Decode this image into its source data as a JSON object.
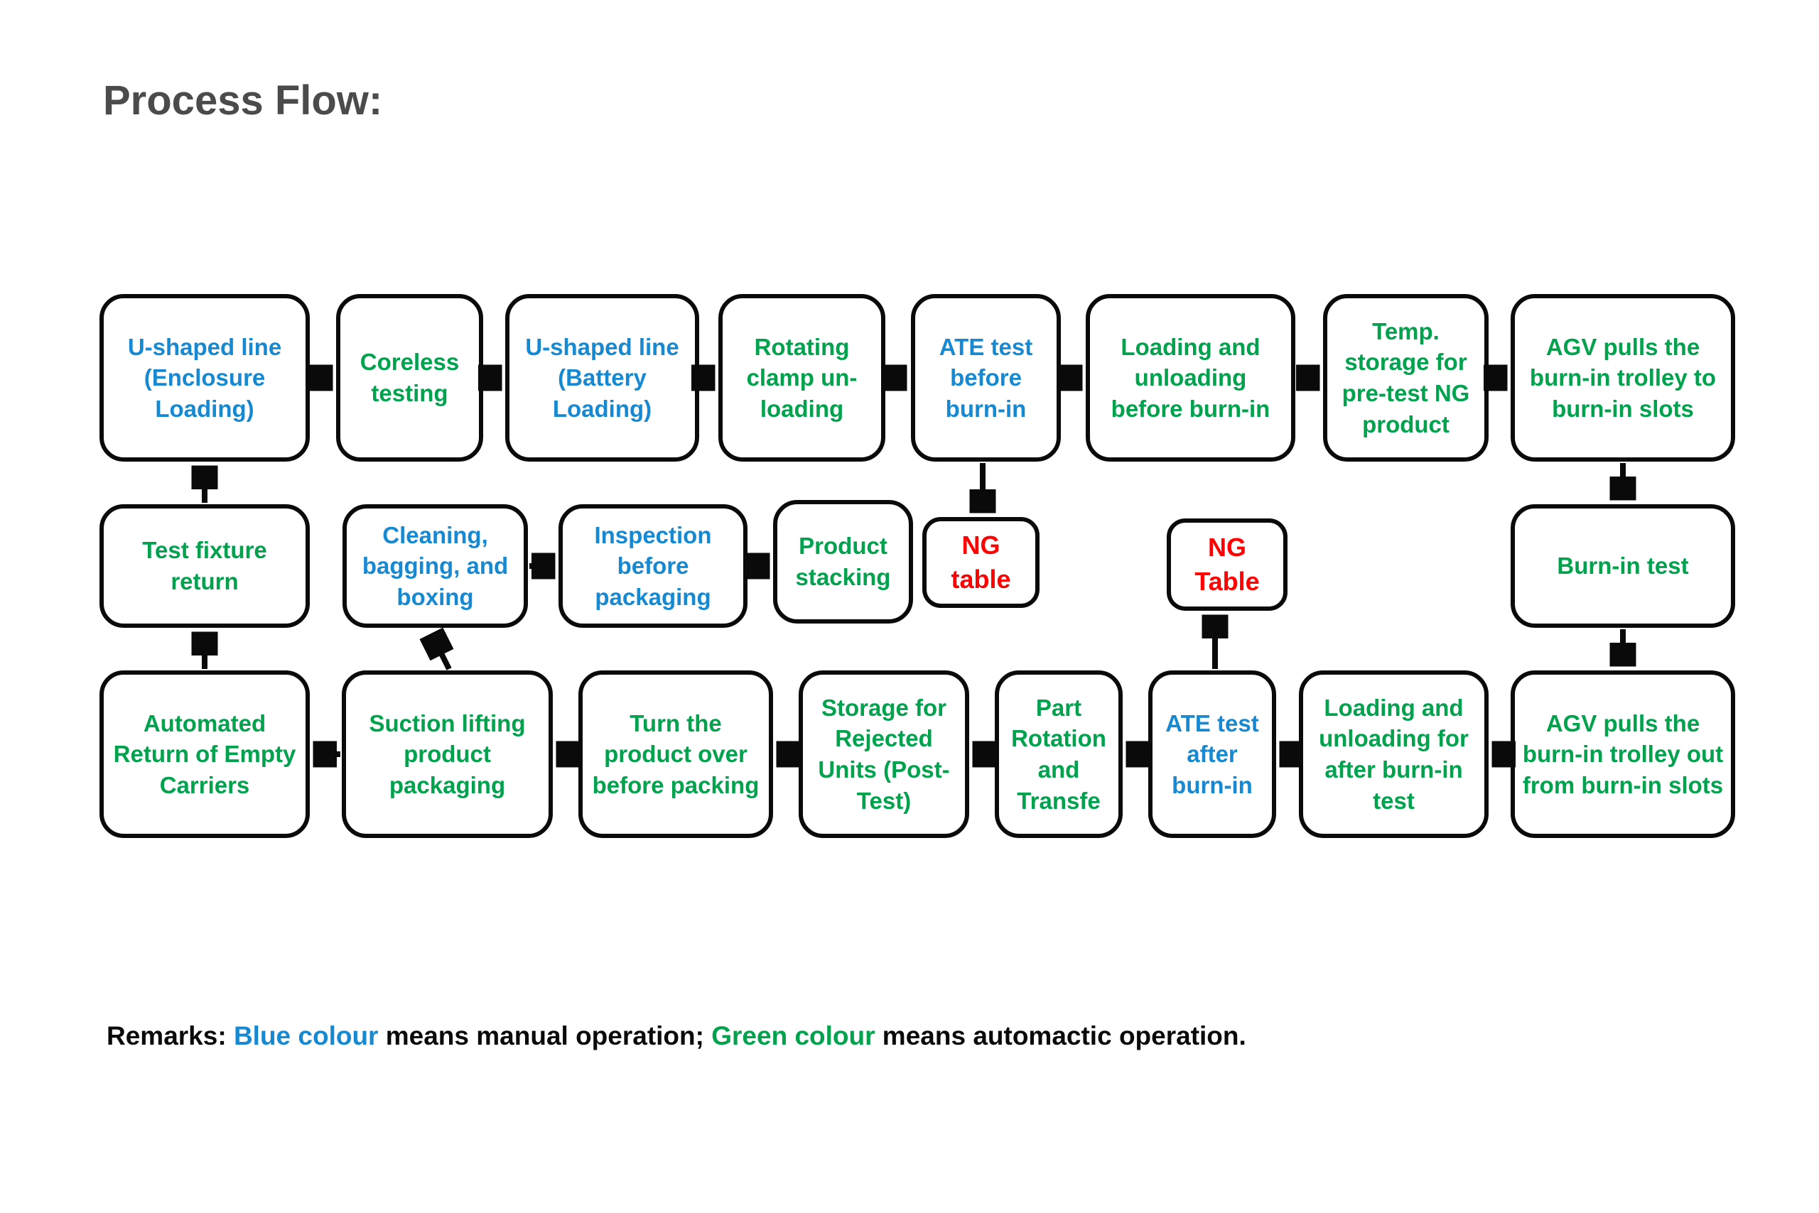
{
  "title": "Process Flow:",
  "colors": {
    "manual_blue": "#1789d2",
    "automatic_green": "#00a24e",
    "ng_red": "#fe0000",
    "line_black": "#0a0a0a",
    "title_gray": "#4b4b4b"
  },
  "nodes": [
    {
      "id": "u-shaped-enclosure",
      "label": "U-shaped line (Enclosure Loading)",
      "operation": "manual",
      "color": "blue"
    },
    {
      "id": "coreless-testing",
      "label": "Coreless testing",
      "operation": "automatic",
      "color": "green"
    },
    {
      "id": "u-shaped-battery",
      "label": "U-shaped line (Battery Loading)",
      "operation": "manual",
      "color": "blue"
    },
    {
      "id": "rotating-clamp",
      "label": "Rotating clamp un-loading",
      "operation": "automatic",
      "color": "green"
    },
    {
      "id": "ate-test-before",
      "label": "ATE test before burn-in",
      "operation": "manual",
      "color": "blue"
    },
    {
      "id": "loading-unloading-before",
      "label": "Loading and unloading before burn-in",
      "operation": "automatic",
      "color": "green"
    },
    {
      "id": "temp-storage-ng",
      "label": "Temp. storage for pre-test NG product",
      "operation": "automatic",
      "color": "green"
    },
    {
      "id": "agv-to-slots",
      "label": "AGV pulls the burn-in trolley to burn-in slots",
      "operation": "automatic",
      "color": "green"
    },
    {
      "id": "test-fixture-return",
      "label": "Test fixture return",
      "operation": "automatic",
      "color": "green"
    },
    {
      "id": "cleaning-bagging",
      "label": "Cleaning, bagging, and boxing",
      "operation": "manual",
      "color": "blue"
    },
    {
      "id": "inspection-packaging",
      "label": "Inspection before packaging",
      "operation": "manual",
      "color": "blue"
    },
    {
      "id": "product-stacking",
      "label": "Product stacking",
      "operation": "automatic",
      "color": "green"
    },
    {
      "id": "ng-table-1",
      "label": "NG table",
      "operation": "ng",
      "color": "red"
    },
    {
      "id": "ng-table-2",
      "label": "NG Table",
      "operation": "ng",
      "color": "red"
    },
    {
      "id": "burn-in-test",
      "label": "Burn-in test",
      "operation": "automatic",
      "color": "green"
    },
    {
      "id": "automated-return",
      "label": "Automated Return of Empty Carriers",
      "operation": "automatic",
      "color": "green"
    },
    {
      "id": "suction-lifting",
      "label": "Suction lifting product packaging",
      "operation": "automatic",
      "color": "green"
    },
    {
      "id": "turn-product",
      "label": "Turn the product over before packing",
      "operation": "automatic",
      "color": "green"
    },
    {
      "id": "storage-rejected",
      "label": "Storage for Rejected Units (Post-Test)",
      "operation": "automatic",
      "color": "green"
    },
    {
      "id": "part-rotation",
      "label": "Part Rotation and Transfe",
      "operation": "automatic",
      "color": "green"
    },
    {
      "id": "ate-test-after",
      "label": "ATE test after burn-in",
      "operation": "manual",
      "color": "blue"
    },
    {
      "id": "loading-unloading-after",
      "label": "Loading and unloading for after burn-in test",
      "operation": "automatic",
      "color": "green"
    },
    {
      "id": "agv-out-slots",
      "label": "AGV pulls the burn-in trolley out from  burn-in slots",
      "operation": "automatic",
      "color": "green"
    }
  ],
  "edges": [
    {
      "from": "u-shaped-enclosure",
      "to": "coreless-testing"
    },
    {
      "from": "coreless-testing",
      "to": "u-shaped-battery"
    },
    {
      "from": "u-shaped-battery",
      "to": "rotating-clamp"
    },
    {
      "from": "rotating-clamp",
      "to": "ate-test-before"
    },
    {
      "from": "ate-test-before",
      "to": "loading-unloading-before"
    },
    {
      "from": "loading-unloading-before",
      "to": "temp-storage-ng"
    },
    {
      "from": "temp-storage-ng",
      "to": "agv-to-slots"
    },
    {
      "from": "ate-test-before",
      "to": "ng-table-1"
    },
    {
      "from": "agv-to-slots",
      "to": "burn-in-test"
    },
    {
      "from": "burn-in-test",
      "to": "agv-out-slots"
    },
    {
      "from": "cleaning-bagging",
      "to": "inspection-packaging"
    },
    {
      "from": "inspection-packaging",
      "to": "product-stacking"
    },
    {
      "from": "agv-out-slots",
      "to": "loading-unloading-after"
    },
    {
      "from": "loading-unloading-after",
      "to": "ate-test-after"
    },
    {
      "from": "ate-test-after",
      "to": "part-rotation"
    },
    {
      "from": "ate-test-after",
      "to": "ng-table-2"
    },
    {
      "from": "part-rotation",
      "to": "storage-rejected"
    },
    {
      "from": "storage-rejected",
      "to": "turn-product"
    },
    {
      "from": "turn-product",
      "to": "suction-lifting"
    },
    {
      "from": "suction-lifting",
      "to": "automated-return"
    },
    {
      "from": "suction-lifting",
      "to": "cleaning-bagging"
    },
    {
      "from": "automated-return",
      "to": "test-fixture-return"
    },
    {
      "from": "test-fixture-return",
      "to": "u-shaped-enclosure"
    }
  ],
  "remarks": {
    "prefix": "Remarks: ",
    "blue_label": "Blue colour",
    "middle": " means manual operation; ",
    "green_label": "Green colour",
    "suffix": " means automactic operation."
  }
}
